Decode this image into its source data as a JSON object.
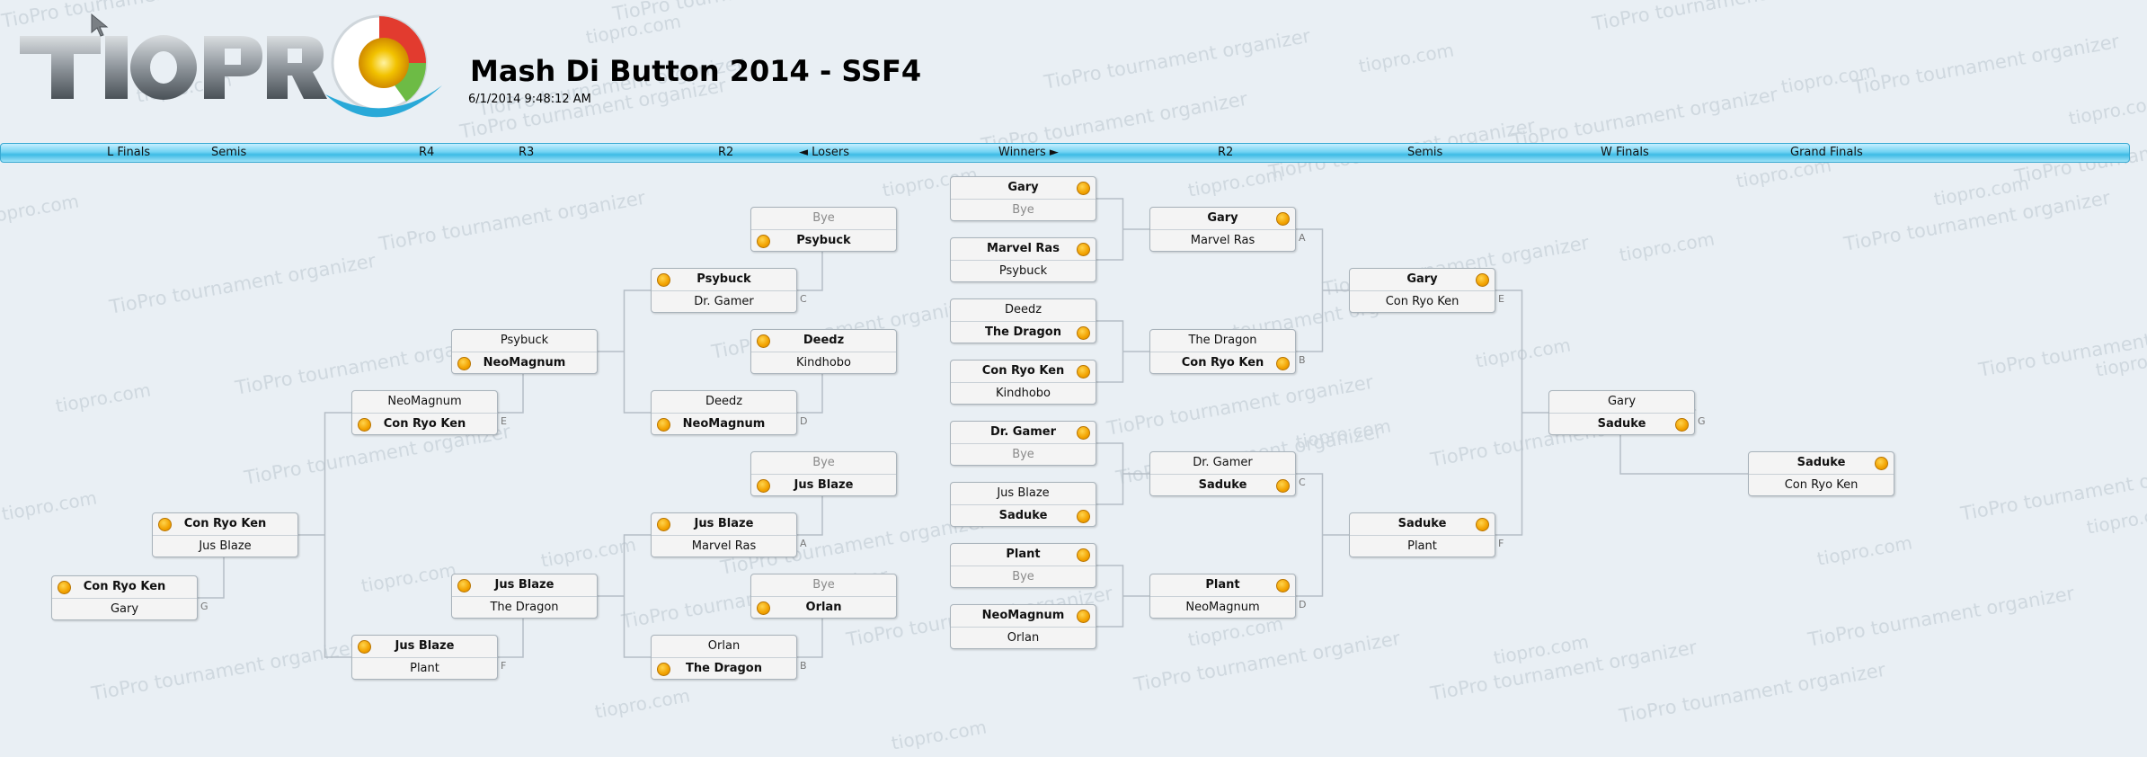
{
  "logo": {
    "text": "TIOPRO"
  },
  "header": {
    "title": "Mash Di Button 2014 - SSF4",
    "date": "6/1/2014 9:48:12 AM"
  },
  "round_labels": [
    "L Finals",
    "Semis",
    "R4",
    "R3",
    "R2",
    "◄ Losers",
    "Winners ►",
    "R2",
    "Semis",
    "W Finals",
    "Grand Finals"
  ],
  "watermark": {
    "org": "TioPro tournament organizer",
    "site": "tiopro.com"
  },
  "matches": [
    {
      "p1": "Gary",
      "p2": "Bye",
      "win": 1,
      "dot": "r"
    },
    {
      "p1": "Marvel Ras",
      "p2": "Psybuck",
      "win": 1,
      "dot": "r"
    },
    {
      "p1": "Deedz",
      "p2": "The Dragon",
      "win": 2,
      "dot": "r"
    },
    {
      "p1": "Con Ryo Ken",
      "p2": "Kindhobo",
      "win": 1,
      "dot": "r"
    },
    {
      "p1": "Dr. Gamer",
      "p2": "Bye",
      "win": 1,
      "dot": "r"
    },
    {
      "p1": "Jus Blaze",
      "p2": "Saduke",
      "win": 2,
      "dot": "r"
    },
    {
      "p1": "Plant",
      "p2": "Bye",
      "win": 1,
      "dot": "r"
    },
    {
      "p1": "NeoMagnum",
      "p2": "Orlan",
      "win": 1,
      "dot": "r"
    },
    {
      "p1": "Gary",
      "p2": "Marvel Ras",
      "win": 1,
      "dot": "r",
      "label": "A"
    },
    {
      "p1": "The Dragon",
      "p2": "Con Ryo Ken",
      "win": 2,
      "dot": "r",
      "label": "B"
    },
    {
      "p1": "Dr. Gamer",
      "p2": "Saduke",
      "win": 2,
      "dot": "r",
      "label": "C"
    },
    {
      "p1": "Plant",
      "p2": "NeoMagnum",
      "win": 1,
      "dot": "r",
      "label": "D"
    },
    {
      "p1": "Gary",
      "p2": "Con Ryo Ken",
      "win": 1,
      "dot": "r",
      "label": "E"
    },
    {
      "p1": "Saduke",
      "p2": "Plant",
      "win": 1,
      "dot": "r",
      "label": "F"
    },
    {
      "p1": "Gary",
      "p2": "Saduke",
      "win": 2,
      "dot": "r",
      "label": "G"
    },
    {
      "p1": "Saduke",
      "p2": "Con Ryo Ken",
      "win": 1,
      "dot": "r"
    },
    {
      "p1": "Bye",
      "p2": "Psybuck",
      "win": 2,
      "dot": "l"
    },
    {
      "p1": "Deedz",
      "p2": "Kindhobo",
      "win": 1,
      "dot": "l"
    },
    {
      "p1": "Bye",
      "p2": "Jus Blaze",
      "win": 2,
      "dot": "l"
    },
    {
      "p1": "Bye",
      "p2": "Orlan",
      "win": 2,
      "dot": "l"
    },
    {
      "p1": "Psybuck",
      "p2": "Dr. Gamer",
      "win": 1,
      "dot": "l",
      "label": "C"
    },
    {
      "p1": "Deedz",
      "p2": "NeoMagnum",
      "win": 2,
      "dot": "l",
      "label": "D"
    },
    {
      "p1": "Jus Blaze",
      "p2": "Marvel Ras",
      "win": 1,
      "dot": "l",
      "label": "A"
    },
    {
      "p1": "Orlan",
      "p2": "The Dragon",
      "win": 2,
      "dot": "l",
      "label": "B"
    },
    {
      "p1": "Psybuck",
      "p2": "NeoMagnum",
      "win": 2,
      "dot": "l"
    },
    {
      "p1": "Jus Blaze",
      "p2": "The Dragon",
      "win": 1,
      "dot": "l"
    },
    {
      "p1": "NeoMagnum",
      "p2": "Con Ryo Ken",
      "win": 2,
      "dot": "l",
      "label": "E"
    },
    {
      "p1": "Jus Blaze",
      "p2": "Plant",
      "win": 1,
      "dot": "l",
      "label": "F"
    },
    {
      "p1": "Con Ryo Ken",
      "p2": "Jus Blaze",
      "win": 1,
      "dot": "l"
    },
    {
      "p1": "Con Ryo Ken",
      "p2": "Gary",
      "win": 1,
      "dot": "l",
      "label": "G"
    }
  ]
}
